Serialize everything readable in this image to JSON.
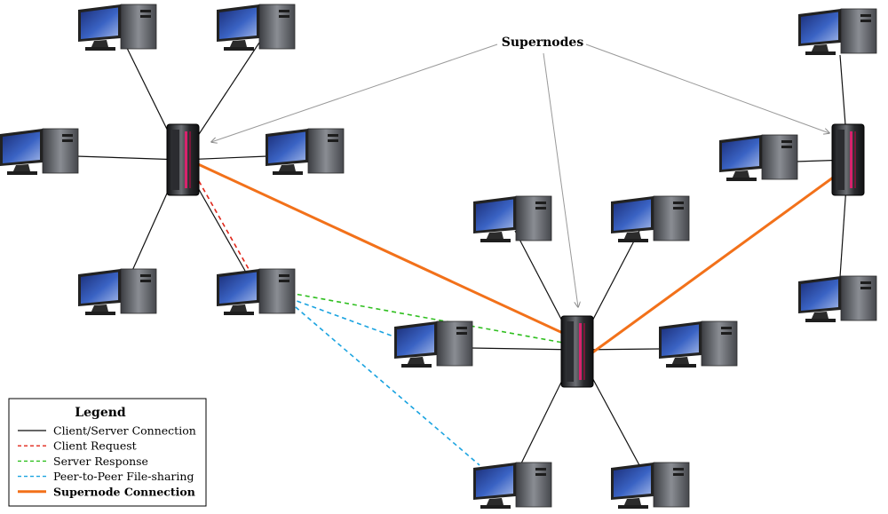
{
  "annotation": {
    "text": "Supernodes"
  },
  "legend": {
    "title": "Legend",
    "items": [
      {
        "label": "Client/Server Connection",
        "color": "#333333",
        "style": "solid"
      },
      {
        "label": "Client Request",
        "color": "#e0261a",
        "style": "dashed"
      },
      {
        "label": "Server Response",
        "color": "#2fbf1f",
        "style": "dashed"
      },
      {
        "label": "Peer-to-Peer File-sharing",
        "color": "#1aa3e0",
        "style": "dashed"
      },
      {
        "label": "Supernode Connection",
        "color": "#f2711a",
        "style": "thick"
      }
    ]
  },
  "colors": {
    "screen": "#2c4ea8",
    "monitor_frame": "#222222",
    "tower": "#5e6166",
    "server_body": "#1c1d20",
    "server_accent": "#d8236d"
  },
  "diagram": {
    "supernodes": [
      "supernode-left",
      "supernode-center",
      "supernode-right"
    ],
    "clients": [
      {
        "id": "client-l1",
        "supernode": "supernode-left"
      },
      {
        "id": "client-l2",
        "supernode": "supernode-left"
      },
      {
        "id": "client-l3",
        "supernode": "supernode-left"
      },
      {
        "id": "client-l4",
        "supernode": "supernode-left"
      },
      {
        "id": "client-l5",
        "supernode": "supernode-left"
      },
      {
        "id": "client-l6",
        "supernode": "supernode-left"
      },
      {
        "id": "client-c1",
        "supernode": "supernode-center"
      },
      {
        "id": "client-c2",
        "supernode": "supernode-center"
      },
      {
        "id": "client-c3",
        "supernode": "supernode-center"
      },
      {
        "id": "client-c4",
        "supernode": "supernode-center"
      },
      {
        "id": "client-c5",
        "supernode": "supernode-center"
      },
      {
        "id": "client-c6",
        "supernode": "supernode-center"
      },
      {
        "id": "client-r1",
        "supernode": "supernode-right"
      },
      {
        "id": "client-r2",
        "supernode": "supernode-right"
      },
      {
        "id": "client-r3",
        "supernode": "supernode-right"
      }
    ],
    "supernode_links": [
      [
        "supernode-left",
        "supernode-center"
      ],
      [
        "supernode-center",
        "supernode-right"
      ]
    ],
    "client_request": [
      "client-l6",
      "supernode-left"
    ],
    "server_response": [
      "supernode-center",
      "client-l6"
    ],
    "peer_to_peer": [
      [
        "client-l6",
        "client-c1"
      ],
      [
        "client-l6",
        "client-c5"
      ]
    ]
  }
}
